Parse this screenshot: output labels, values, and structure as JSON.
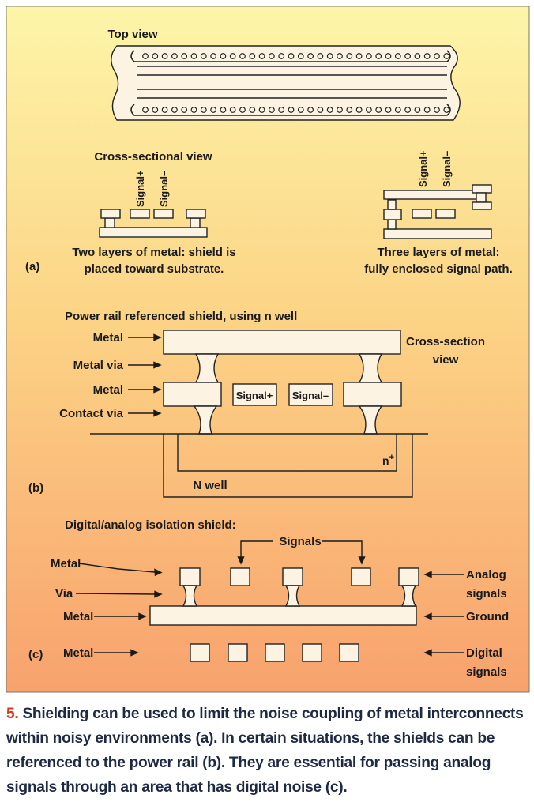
{
  "panel_a": {
    "top_view_label": "Top view",
    "cross_section_label": "Cross-sectional view",
    "signal_plus": "Signal+",
    "signal_minus": "Signal–",
    "two_layers_line1": "Two layers of metal: shield is",
    "two_layers_line2": "placed toward substrate.",
    "three_layers_line1": "Three layers of metal:",
    "three_layers_line2": "fully enclosed signal path.",
    "panel_label": "(a)"
  },
  "panel_b": {
    "title": "Power rail referenced shield, using n well",
    "metal_top": "Metal",
    "metal_via": "Metal via",
    "metal_mid": "Metal",
    "contact_via": "Contact via",
    "cross_section_line1": "Cross-section",
    "cross_section_line2": "view",
    "signal_plus": "Signal+",
    "signal_minus": "Signal–",
    "n_plus": "n",
    "n_plus_sup": "+",
    "n_well": "N well",
    "panel_label": "(b)"
  },
  "panel_c": {
    "title": "Digital/analog isolation shield:",
    "signals": "Signals",
    "metal_top": "Metal",
    "via": "Via",
    "metal_mid": "Metal",
    "metal_bottom": "Metal",
    "analog_line1": "Analog",
    "analog_line2": "signals",
    "ground": "Ground",
    "digital_line1": "Digital",
    "digital_line2": "signals",
    "panel_label": "(c)"
  },
  "caption": {
    "number": "5.",
    "text": "Shielding can be used to limit the noise coupling of metal interconnects within noisy environments (a). In certain situations, the shields can be referenced to the power rail (b). They are essential for passing analog signals through an area that has digital noise (c)."
  },
  "colors": {
    "gradient_top": "#fdf4a6",
    "gradient_mid": "#fcd486",
    "gradient_bottom": "#f8a36e",
    "shape_fill": "#fdf3e2",
    "caption_number": "#d8371f",
    "caption_text": "#1d2a44"
  }
}
